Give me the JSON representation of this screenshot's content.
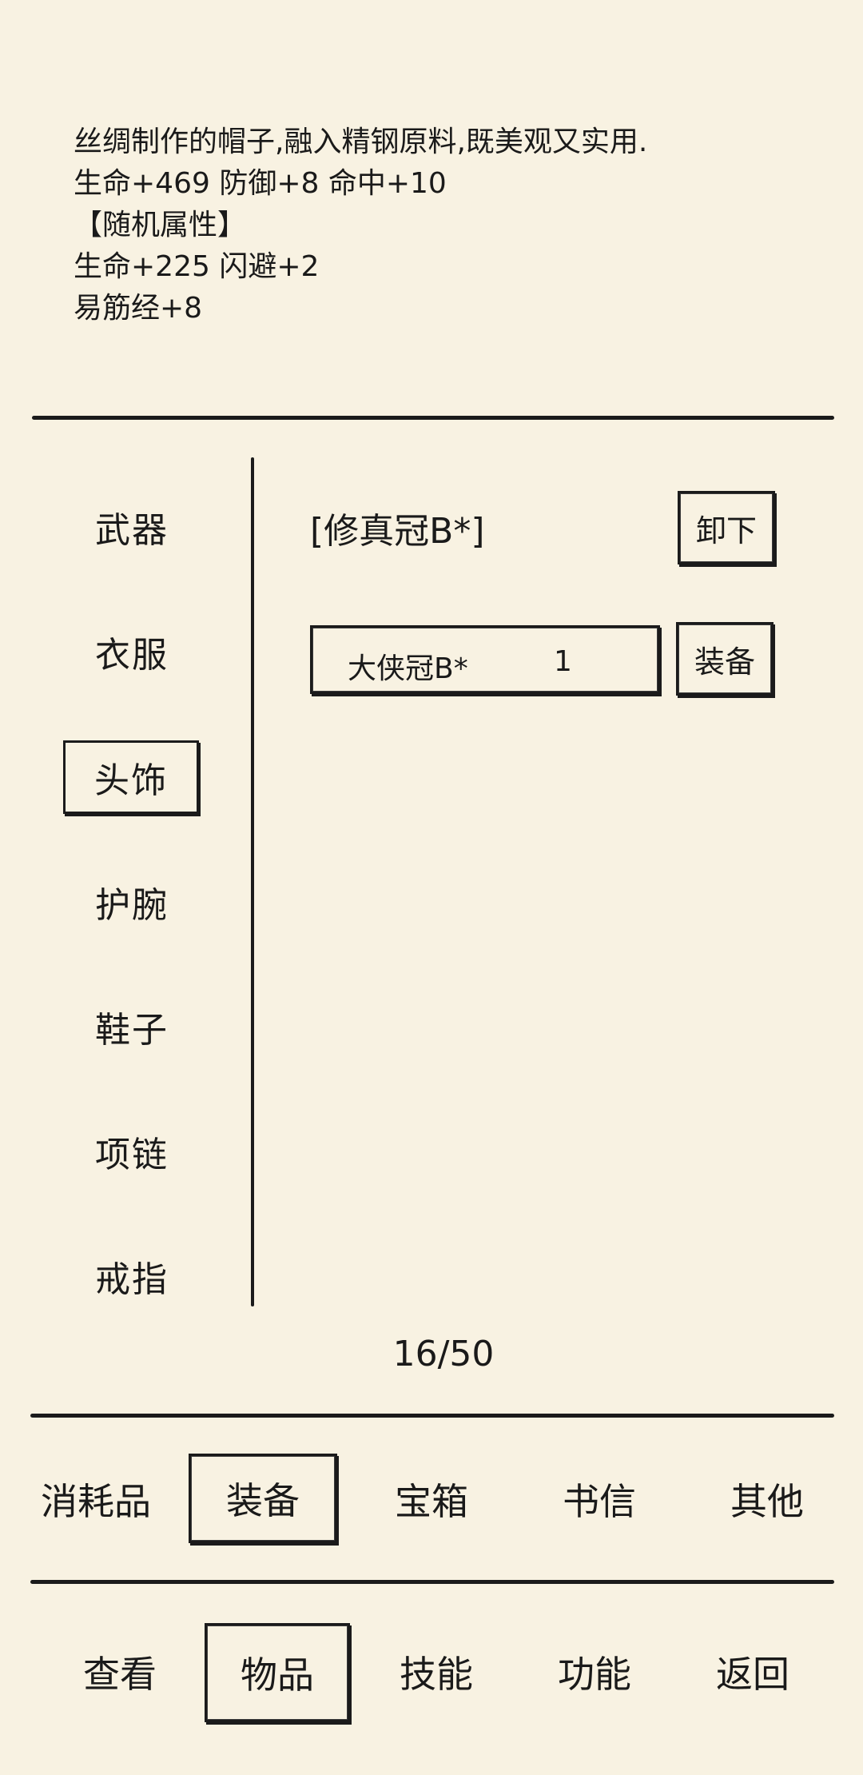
{
  "description": {
    "lines": [
      "丝绸制作的帽子,融入精钢原料,既美观又实用.",
      "生命+469 防御+8 命中+10",
      "【随机属性】",
      "生命+225 闪避+2",
      "易筋经+8"
    ]
  },
  "categories": {
    "items": [
      {
        "label": "武器"
      },
      {
        "label": "衣服"
      },
      {
        "label": "头饰"
      },
      {
        "label": "护腕"
      },
      {
        "label": "鞋子"
      },
      {
        "label": "项链"
      },
      {
        "label": "戒指"
      }
    ],
    "selected": "头饰"
  },
  "equipped": {
    "name": "[修真冠B*]",
    "unequip_label": "卸下"
  },
  "inventory": {
    "items": [
      {
        "name": "大侠冠B*",
        "qty": "1",
        "action_label": "装备"
      }
    ],
    "counter": "16/50"
  },
  "item_tabs": {
    "items": [
      {
        "label": "消耗品"
      },
      {
        "label": "装备"
      },
      {
        "label": "宝箱"
      },
      {
        "label": "书信"
      },
      {
        "label": "其他"
      }
    ],
    "selected": "装备"
  },
  "main_nav": {
    "items": [
      {
        "label": "查看"
      },
      {
        "label": "物品"
      },
      {
        "label": "技能"
      },
      {
        "label": "功能"
      },
      {
        "label": "返回"
      }
    ],
    "selected": "物品"
  },
  "colors": {
    "background": "#f8f2e2",
    "ink": "#1b1b1b"
  }
}
